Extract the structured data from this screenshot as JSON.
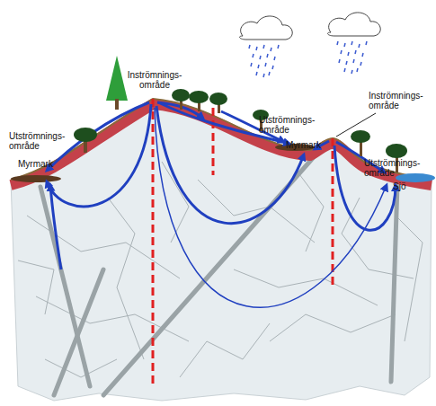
{
  "diagram": {
    "labels": [
      "Utströmnings- område",
      "Myrmark",
      "Inströmnings- område",
      "Utströmnings- område",
      "Myrmark",
      "Inströmnings- område",
      "Utströmnings- område",
      "Sjö"
    ]
  }
}
